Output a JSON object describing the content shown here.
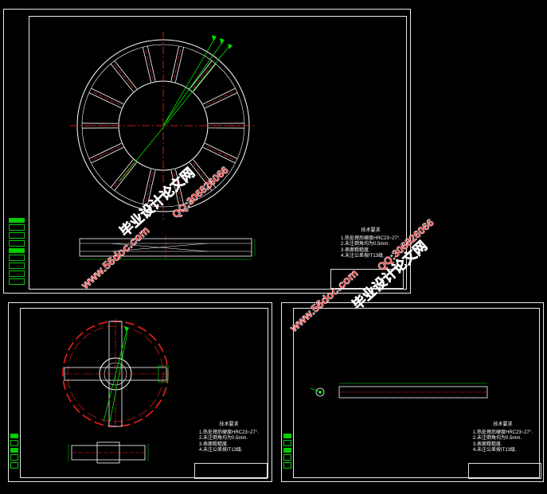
{
  "drawing": {
    "tech_title": "技术要求",
    "notes_main": [
      "1.热处理后硬度HRC23~27°.",
      "2.未注倒角均为0.5mm.",
      "3.表面粗糙度.",
      "4.未注公差按IT13级."
    ],
    "notes_left": [
      "1.热处理后硬度HRC23~27°.",
      "2.未注倒角均为0.5mm.",
      "3.表面粗糙度.",
      "4.未注公差按IT13级."
    ],
    "notes_right": [
      "1.热处理后硬度HRC23~27°.",
      "2.未注倒角均为0.5mm.",
      "3.表面粗糙度.",
      "4.未注公差按IT13级."
    ]
  },
  "watermark": {
    "site_cn": "毕业设计论文网",
    "site_url": "www.56doc.com",
    "qq": "QQ:306826066"
  },
  "colors": {
    "line": "#ffffff",
    "center": "#ff2020",
    "accent": "#00e000",
    "dim": "#00e000"
  }
}
